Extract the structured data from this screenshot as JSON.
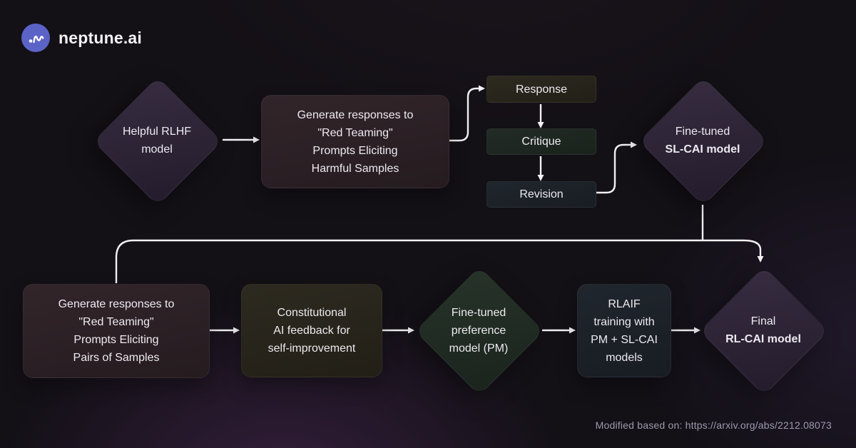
{
  "brand": {
    "name": "neptune.ai",
    "logo_icon": "waveform-icon",
    "logo_color": "#5c63c7"
  },
  "colors": {
    "background": "#131016",
    "arrow": "#f3f1f4",
    "diamond_purple": "#2e2536",
    "diamond_green": "#212b23",
    "box_red": "#2b2025",
    "box_olive": "#28251c",
    "box_green": "#1e2721",
    "box_navy": "#1c2228",
    "text": "#edeaf0",
    "muted_text": "#9e99ad"
  },
  "flow": {
    "row1": {
      "helpful_rlhf": {
        "lines": [
          "Helpful RLHF",
          "model"
        ]
      },
      "generate_harmful": {
        "lines": [
          "Generate responses to",
          "\"Red Teaming\"",
          "Prompts Eliciting",
          "Harmful Samples"
        ]
      },
      "response": {
        "label": "Response"
      },
      "critique": {
        "label": "Critique"
      },
      "revision": {
        "label": "Revision"
      },
      "sl_cai": {
        "line1": "Fine-tuned",
        "line2": "SL-CAI model"
      }
    },
    "row2": {
      "generate_pairs": {
        "lines": [
          "Generate responses to",
          "\"Red Teaming\"",
          "Prompts Eliciting",
          "Pairs of Samples"
        ]
      },
      "constitutional": {
        "lines": [
          "Constitutional",
          "AI feedback for",
          "self-improvement"
        ]
      },
      "preference_model": {
        "lines": [
          "Fine-tuned",
          "preference",
          "model (PM)"
        ]
      },
      "rlaif": {
        "lines": [
          "RLAIF",
          "training with",
          "PM + SL-CAI",
          "models"
        ]
      },
      "final_rl_cai": {
        "line1": "Final",
        "line2": "RL-CAI model"
      }
    }
  },
  "footer": {
    "attribution": "Modified based on: https://arxiv.org/abs/2212.08073"
  }
}
